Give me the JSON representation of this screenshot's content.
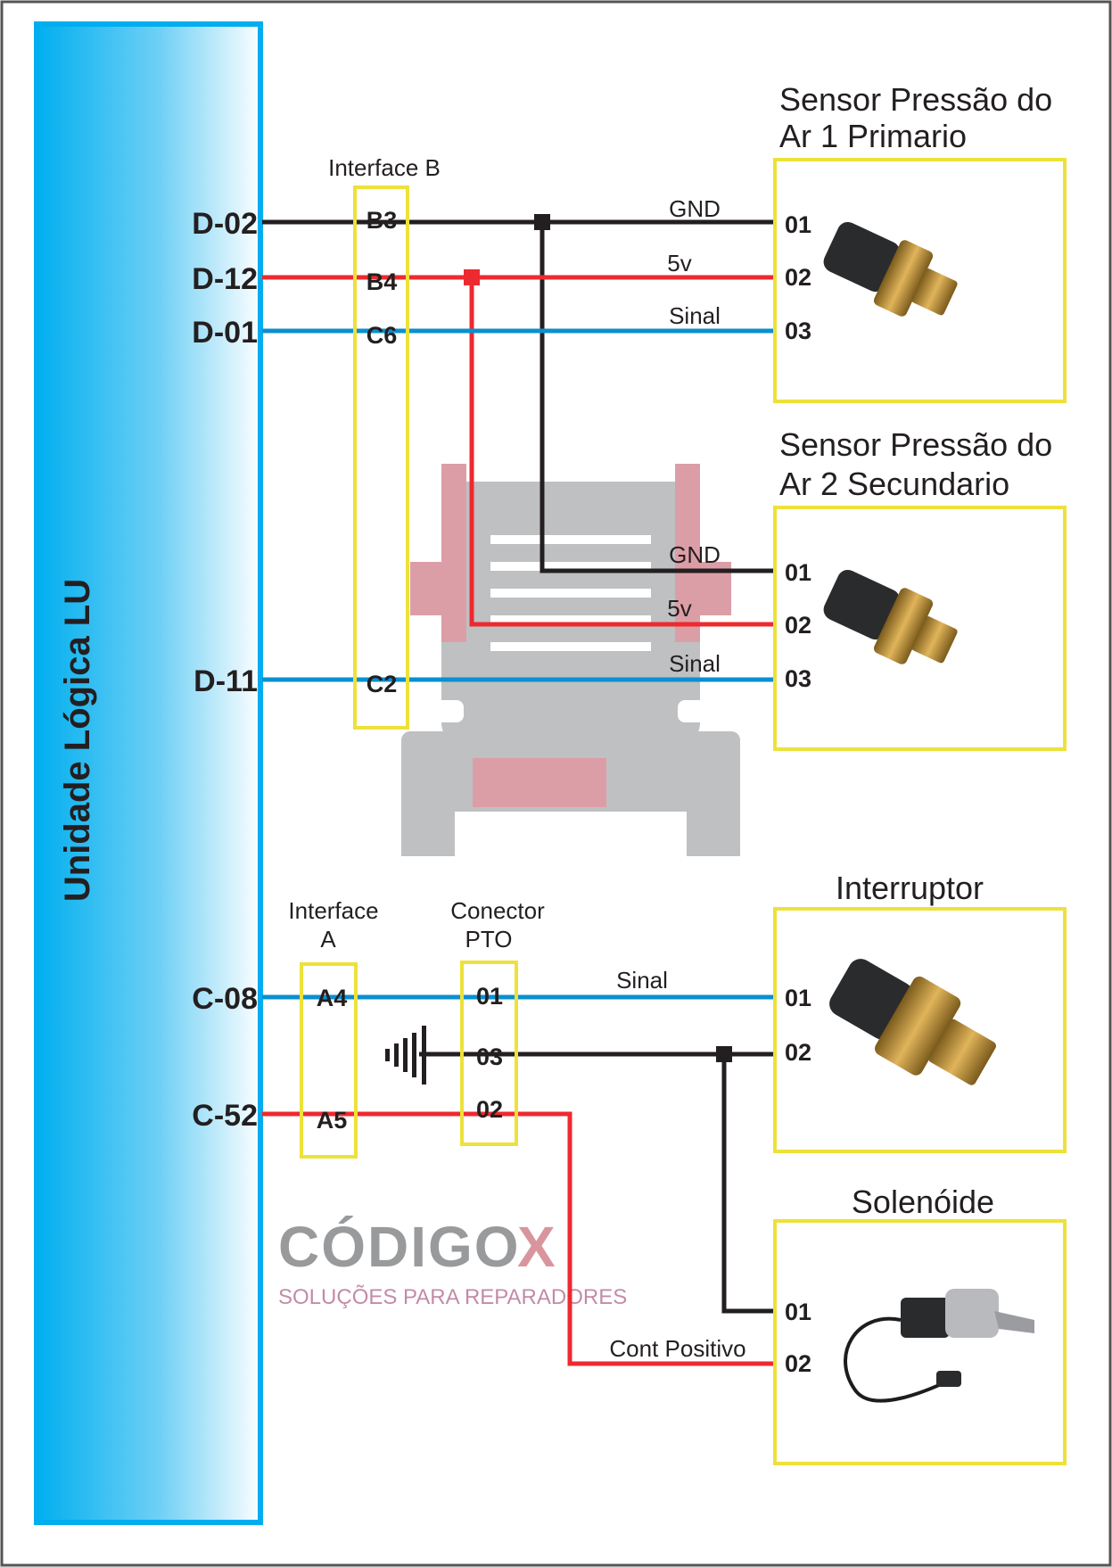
{
  "ecu": {
    "label": "Unidade Lógica LU"
  },
  "ecu_pins": [
    "D-02",
    "D-12",
    "D-01",
    "D-11",
    "C-08",
    "C-52"
  ],
  "interface_b": {
    "label": "Interface B",
    "pins": [
      "B3",
      "B4",
      "C6",
      "C2"
    ]
  },
  "interface_a": {
    "label_line1": "Interface",
    "label_line2": "A",
    "pins": [
      "A4",
      "A5"
    ]
  },
  "conector_pto": {
    "label_line1": "Conector",
    "label_line2": "PTO",
    "pins": [
      "01",
      "03",
      "02"
    ]
  },
  "sensor1": {
    "title_line1": "Sensor Pressão do",
    "title_line2": "Ar 1 Primario",
    "pins": [
      "01",
      "02",
      "03"
    ],
    "wires": [
      "GND",
      "5v",
      "Sinal"
    ]
  },
  "sensor2": {
    "title_line1": "Sensor Pressão do",
    "title_line2": "Ar 2 Secundario",
    "pins": [
      "01",
      "02",
      "03"
    ],
    "wires": [
      "GND",
      "5v",
      "Sinal"
    ]
  },
  "interruptor": {
    "title": "Interruptor",
    "pins": [
      "01",
      "02"
    ],
    "wire": "Sinal"
  },
  "solenoide": {
    "title": "Solenóide",
    "pins": [
      "01",
      "02"
    ],
    "wire": "Cont Positivo"
  },
  "watermark": {
    "brand": "CÓDIGO",
    "brand_x": "X",
    "tagline": "SOLUÇÕES PARA REPARADORES"
  },
  "colors": {
    "gnd": "#231f20",
    "power": "#ed2a2f",
    "signal": "#0a8fd0",
    "connector": "#ede13a",
    "ecu": "#00aeef"
  }
}
